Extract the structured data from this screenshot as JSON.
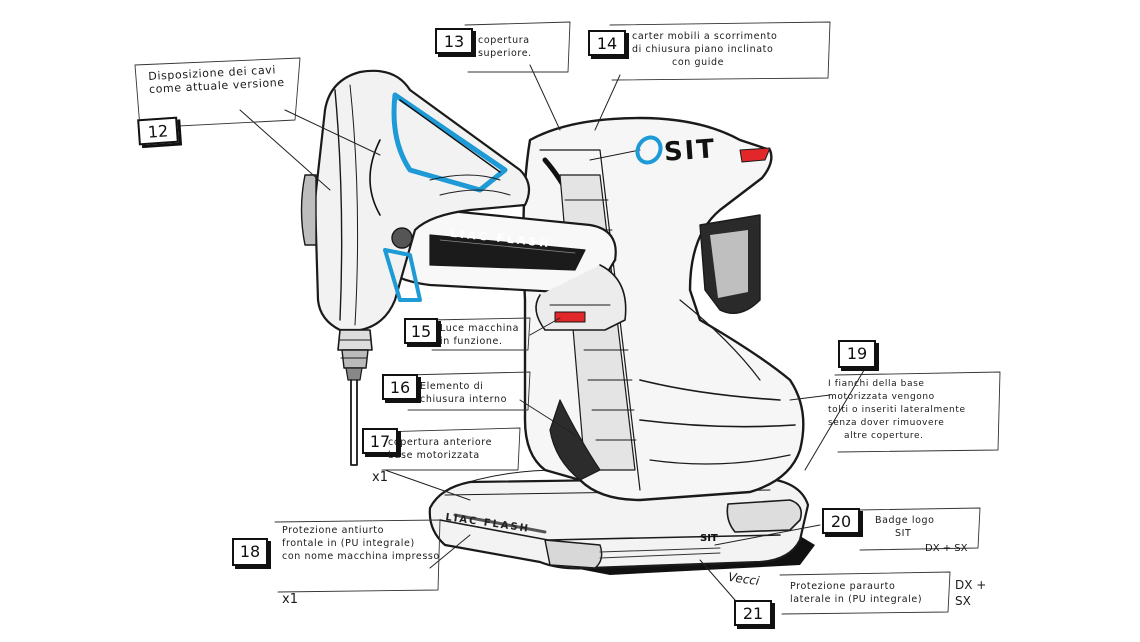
{
  "product": {
    "logo_text": "SIT",
    "arm_label": "LIAC FLASH",
    "base_label": "LIAC FLASH",
    "base_logo": "SIT",
    "accent_color": "#1e9ad6",
    "led_color": "#e2272b",
    "signature": "Vecci"
  },
  "callouts": [
    {
      "number": "12",
      "lines": [
        "Disposizione dei cavi",
        "come attuale versione"
      ]
    },
    {
      "number": "13",
      "lines": [
        "copertura",
        "superiore."
      ]
    },
    {
      "number": "14",
      "lines": [
        "carter mobili a scorrimento",
        "di chiusura piano inclinato",
        "con guide"
      ]
    },
    {
      "number": "15",
      "lines": [
        "Luce macchina",
        "in funzione."
      ]
    },
    {
      "number": "16",
      "lines": [
        "Elemento di",
        "chiusura interno"
      ]
    },
    {
      "number": "17",
      "lines": [
        "copertura anteriore",
        "base motorizzata"
      ]
    },
    {
      "number": "18",
      "lines": [
        "Protezione antiurto",
        "frontale in (PU integrale)",
        "con nome macchina impresso"
      ]
    },
    {
      "number": "19",
      "lines": [
        "I fianchi della base",
        "motorizzata vengono",
        "tolti o inseriti lateralmente",
        "senza dover rimuovere",
        "altre coperture."
      ]
    },
    {
      "number": "20",
      "lines": [
        "Badge logo",
        "SIT"
      ]
    },
    {
      "number": "21",
      "lines": [
        "Protezione paraurto",
        "laterale in (PU integrale)"
      ]
    }
  ],
  "notes": {
    "qty_17": "x1",
    "qty_18": "x1",
    "qty_20": "DX + SX",
    "qty_21_a": "DX +",
    "qty_21_b": "SX"
  }
}
